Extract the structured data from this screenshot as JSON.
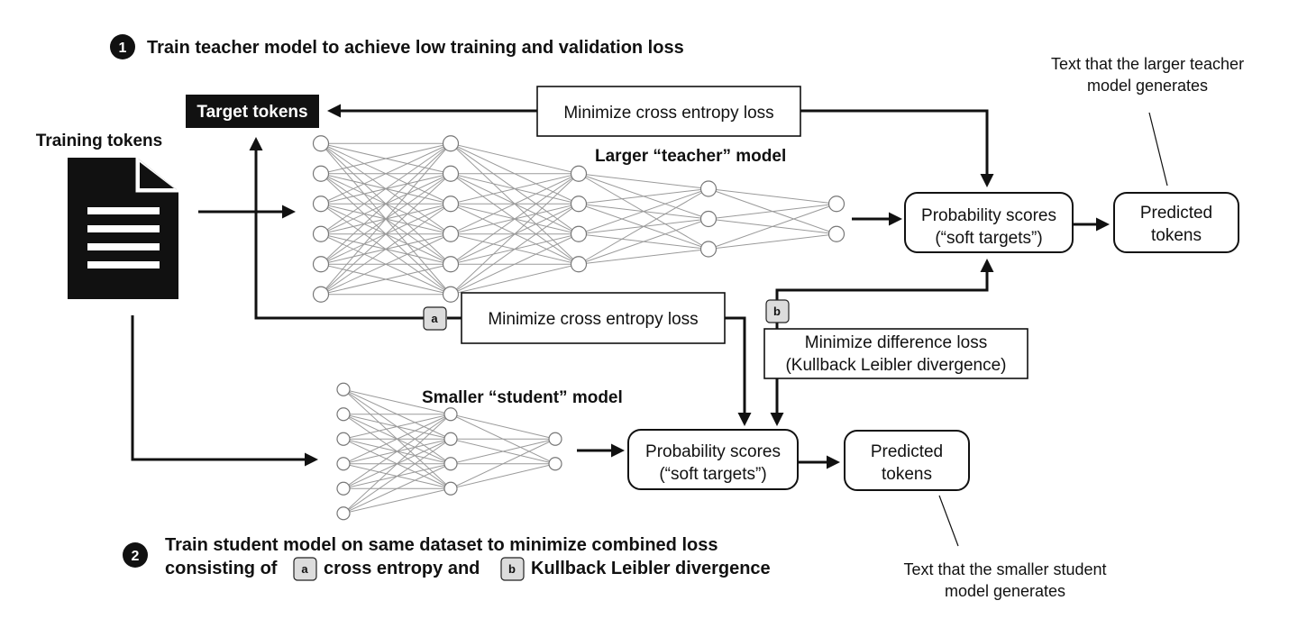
{
  "step1": {
    "number": "1",
    "text": "Train teacher model to achieve low training and validation loss"
  },
  "step2": {
    "number": "2",
    "line1": "Train student model on same dataset to minimize combined loss",
    "line2_prefix": "consisting of",
    "badge_a": "a",
    "line2_mid": "cross entropy and",
    "badge_b": "b",
    "line2_suffix": "Kullback Leibler divergence"
  },
  "training_tokens": "Training tokens",
  "target_tokens": "Target tokens",
  "teacher": {
    "label": "Larger “teacher” model",
    "loss_label": "Minimize cross entropy loss",
    "prob_line1": "Probability scores",
    "prob_line2": "(“soft targets”)",
    "pred_line1": "Predicted",
    "pred_line2": "tokens",
    "note_line1": "Text that the larger teacher",
    "note_line2": "model generates",
    "layers": [
      6,
      6,
      4,
      3,
      2
    ]
  },
  "student": {
    "label": "Smaller “student” model",
    "loss_badge": "a",
    "loss_label": "Minimize cross entropy loss",
    "prob_line1": "Probability scores",
    "prob_line2": "(“soft targets”)",
    "pred_line1": "Predicted",
    "pred_line2": "tokens",
    "note_line1": "Text that the smaller student",
    "note_line2": "model generates",
    "layers": [
      6,
      4,
      2
    ]
  },
  "kl": {
    "badge": "b",
    "line1": "Minimize difference loss",
    "line2": "(Kullback Leibler divergence)"
  }
}
